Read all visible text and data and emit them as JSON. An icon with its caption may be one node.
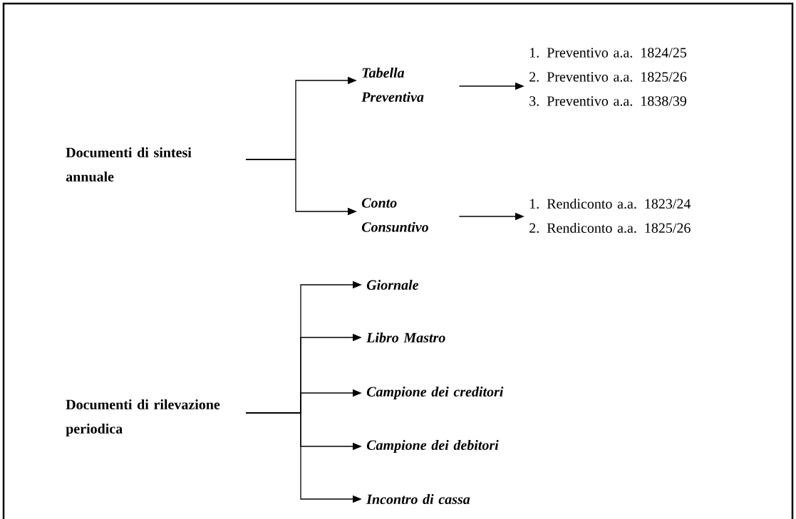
{
  "diagram": {
    "nodes": [
      {
        "text": [
          "Documenti di sintesi annuale"
        ]
      },
      {
        "text": [
          "Tabella Preventiva"
        ]
      },
      {
        "text": [
          "1. Preventivo a.a. 1824/25",
          "2. Preventivo a.a. 1825/26",
          "3. Preventivo a.a. 1838/39"
        ]
      },
      {
        "text": [
          "Conto Consuntivo"
        ]
      },
      {
        "text": [
          "1. Rendiconto a.a. 1823/24",
          "2. Rendiconto a.a. 1825/26"
        ]
      },
      {
        "text": [
          "Documenti di rilevazione periodica"
        ]
      },
      {
        "text": [
          "Giornale"
        ]
      },
      {
        "text": [
          "Libro Mastro"
        ]
      },
      {
        "text": [
          "Campione dei creditori"
        ]
      },
      {
        "text": [
          "Campione dei debitori"
        ]
      },
      {
        "text": [
          "Incontro di cassa"
        ]
      }
    ],
    "edges": [
      {
        "from": 0,
        "to": 1,
        "arrow": "to"
      },
      {
        "from": 0,
        "to": 3,
        "arrow": "to"
      },
      {
        "from": 1,
        "to": 2,
        "arrow": "to"
      },
      {
        "from": 3,
        "to": 4,
        "arrow": "to"
      },
      {
        "from": 5,
        "to": 6,
        "arrow": "to"
      },
      {
        "from": 5,
        "to": 7,
        "arrow": "to"
      },
      {
        "from": 5,
        "to": 8,
        "arrow": "to"
      },
      {
        "from": 5,
        "to": 9,
        "arrow": "to"
      },
      {
        "from": 5,
        "to": 10,
        "arrow": "to"
      }
    ]
  }
}
